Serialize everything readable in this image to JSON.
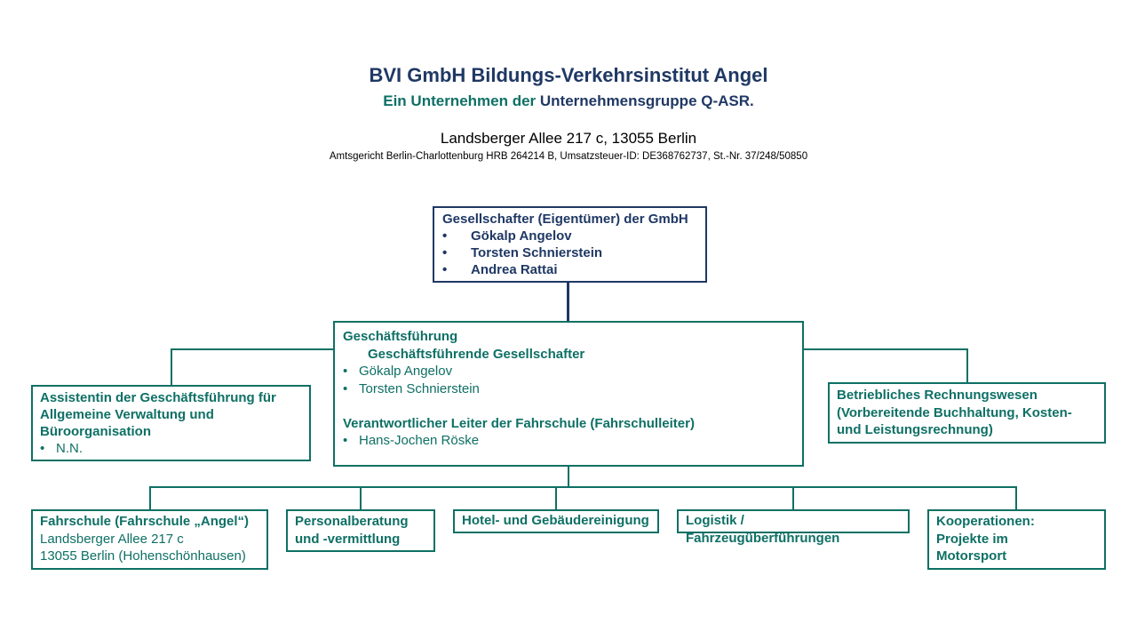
{
  "colors": {
    "navy": "#1F3864",
    "teal": "#0E7065"
  },
  "header": {
    "title": "BVI GmbH Bildungs-Verkehrsinstitut Angel",
    "subtitle_prefix": "Ein Unternehmen der ",
    "subtitle_emphasis": "Unternehmensgruppe Q-ASR.",
    "address": "Landsberger Allee 217 c, 13055 Berlin",
    "registration": "Amtsgericht Berlin-Charlottenburg HRB 264214 B, Umsatzsteuer-ID: DE368762737, St.-Nr. 37/248/50850"
  },
  "org": {
    "gesellschafter": {
      "title": "Gesellschafter (Eigentümer) der GmbH",
      "members": [
        "Gökalp Angelov",
        "Torsten Schnierstein",
        "Andrea Rattai"
      ]
    },
    "geschaeftsfuehrung": {
      "title": "Geschäftsführung",
      "subtitle": "Geschäftsführende Gesellschafter",
      "members": [
        "Gökalp Angelov",
        "Torsten Schnierstein"
      ],
      "leader_title": "Verantwortlicher Leiter der Fahrschule (Fahrschulleiter)",
      "leader": "Hans-Jochen Röske"
    },
    "assistentin": {
      "title_lines": [
        "Assistentin der Geschäftsführung für",
        "Allgemeine Verwaltung und",
        "Büroorganisation"
      ],
      "members": [
        "N.N."
      ]
    },
    "rechnungswesen": {
      "title_lines": [
        "Betriebliches Rechnungswesen",
        "(Vorbereitende Buchhaltung, Kosten-",
        "und Leistungsrechnung)"
      ]
    },
    "fahrschule": {
      "title": "Fahrschule (Fahrschule „Angel“)",
      "address_lines": [
        "Landsberger Allee 217 c",
        "13055 Berlin (Hohenschönhausen)"
      ]
    },
    "personalberatung": {
      "title_lines": [
        "Personalberatung",
        "und -vermittlung"
      ]
    },
    "hotel": {
      "title": "Hotel- und Gebäudereinigung"
    },
    "logistik": {
      "title": "Logistik / Fahrzeugüberführungen"
    },
    "kooperationen": {
      "title_lines": [
        "Kooperationen:",
        "Projekte im",
        "Motorsport"
      ]
    }
  }
}
